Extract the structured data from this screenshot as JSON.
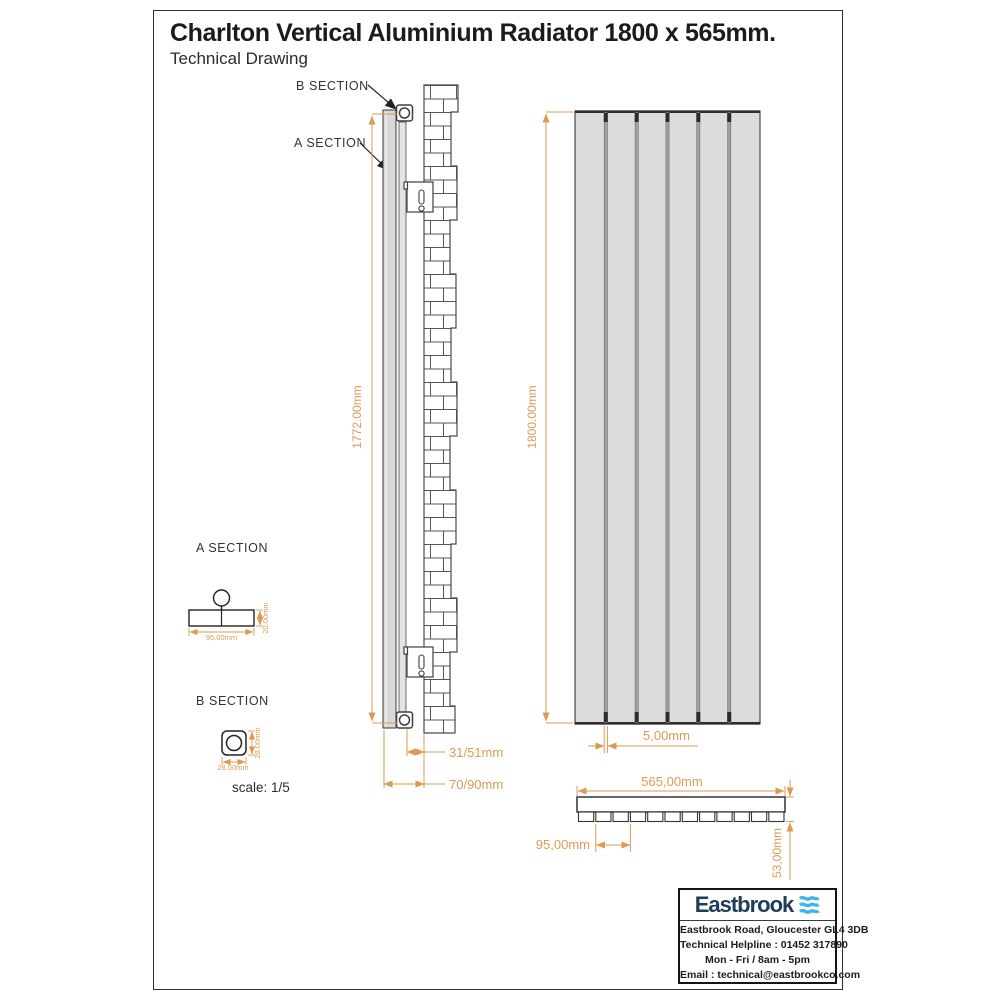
{
  "header": {
    "title": "Charlton Vertical Aluminium Radiator 1800 x 565mm.",
    "subtitle": "Technical Drawing"
  },
  "side_view": {
    "label_b_section": "B SECTION",
    "label_a_section": "A SECTION",
    "dim_height": "1772.00mm",
    "dim_pipe_offset": "31/51mm",
    "dim_wall_offset": "70/90mm"
  },
  "front_view": {
    "dim_height": "1800.00mm",
    "dim_panel_gap": "5,00mm"
  },
  "plan_view": {
    "dim_width": "565,00mm",
    "dim_panel_width": "95,00mm",
    "dim_depth": "53,00mm"
  },
  "section_a": {
    "label": "A SECTION",
    "dim_width": "95.00mm",
    "dim_depth": "20.00mm"
  },
  "section_b": {
    "label": "B SECTION",
    "dim_width": "28.00mm",
    "dim_height": "28.00mm"
  },
  "notes": {
    "scale": "scale: 1/5"
  },
  "company": {
    "name": "Eastbrook",
    "address": "Eastbrook Road, Gloucester GL4 3DB",
    "helpline": "Technical Helpline : 01452 317890",
    "hours": "Mon - Fri / 8am - 5pm",
    "email": "Email : technical@eastbrookco.com"
  },
  "colors": {
    "dimension_orange": "#dc9a52",
    "line_dark": "#3a3a3a",
    "panel_grey": "#dcdcdc",
    "brand_navy": "#1d3d5a",
    "brand_blue": "#41b6e6"
  }
}
